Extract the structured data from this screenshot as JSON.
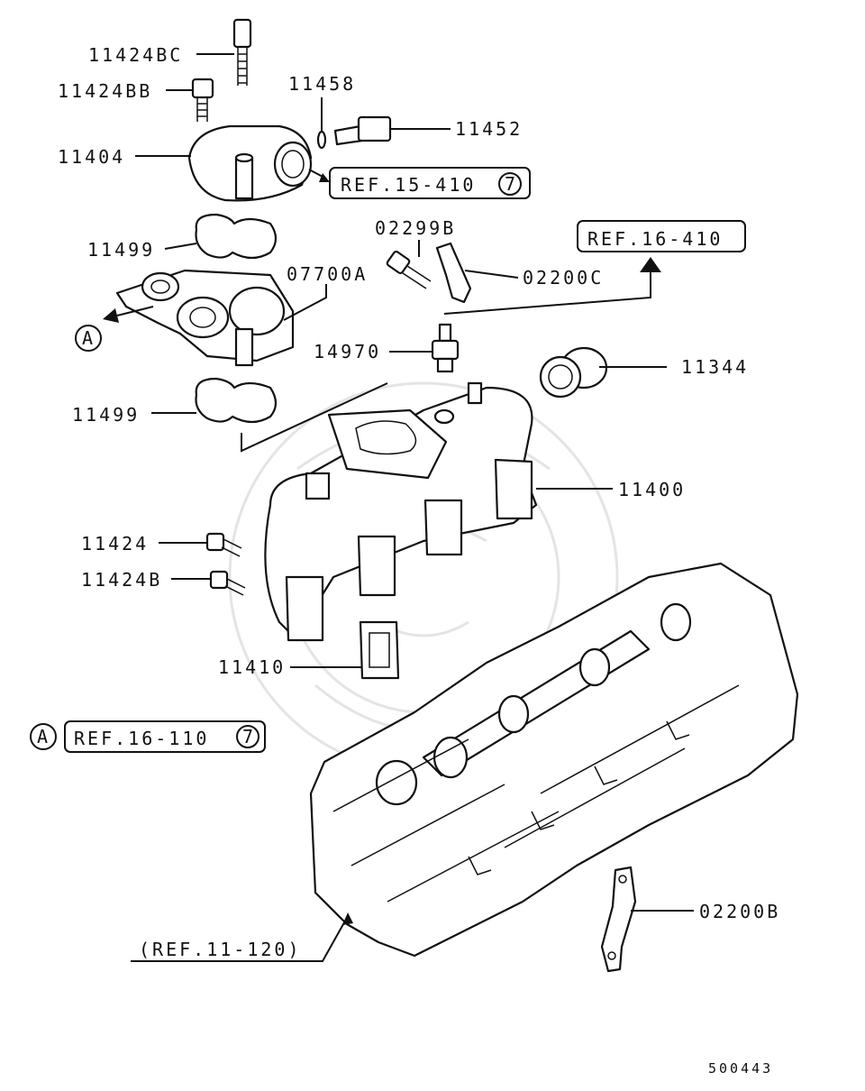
{
  "labels": {
    "p11424BC": "11424BC",
    "p11424BB": "11424BB",
    "p11458": "11458",
    "p11452": "11452",
    "p11404": "11404",
    "p11499a": "11499",
    "p02299B": "02299B",
    "p02200C": "02200C",
    "p07700A": "07700A",
    "p14970": "14970",
    "p11344": "11344",
    "p11499b": "11499",
    "p11400": "11400",
    "p11424": "11424",
    "p11424B": "11424B",
    "p11410": "11410",
    "p02200B": "02200B"
  },
  "refs": {
    "ref15": "REF.15-410",
    "ref15_circle": "7",
    "ref16_410": "REF.16-410",
    "ref16_110": "REF.16-110",
    "ref16_110_circle": "7",
    "ref11_120": "(REF.11-120)"
  },
  "callouts": {
    "a_top": "A",
    "a_bottom": "A"
  },
  "diagram_id": "500443"
}
